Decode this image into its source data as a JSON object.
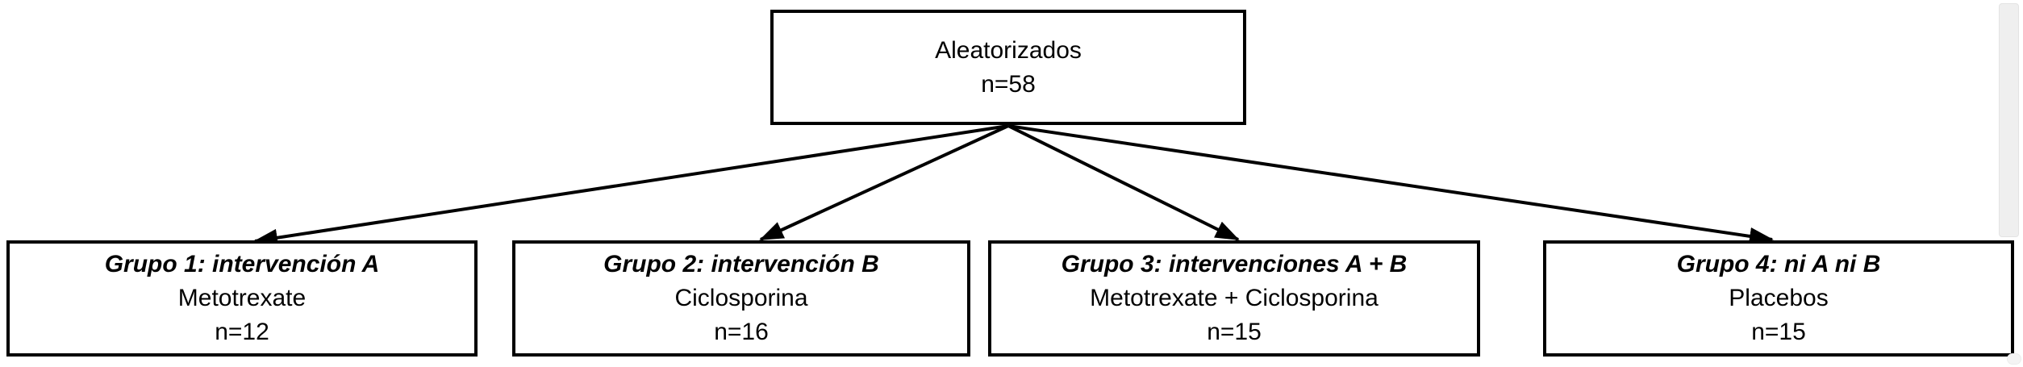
{
  "diagram": {
    "root": {
      "title": "Aleatorizados",
      "n": "n=58"
    },
    "groups": [
      {
        "title": "Grupo 1: intervención A",
        "treatment": "Metotrexate",
        "n": "n=12"
      },
      {
        "title": "Grupo 2: intervención B",
        "treatment": "Ciclosporina",
        "n": "n=16"
      },
      {
        "title": "Grupo 3: intervenciones A + B",
        "treatment": "Metotrexate + Ciclosporina",
        "n": "n=15"
      },
      {
        "title": "Grupo 4: ni A ni B",
        "treatment": "Placebos",
        "n": "n=15"
      }
    ],
    "colors": {
      "box_border": "#000000",
      "box_background": "#ffffff",
      "text": "#000000",
      "arrow": "#000000",
      "scrollbar": "#efefef"
    }
  }
}
